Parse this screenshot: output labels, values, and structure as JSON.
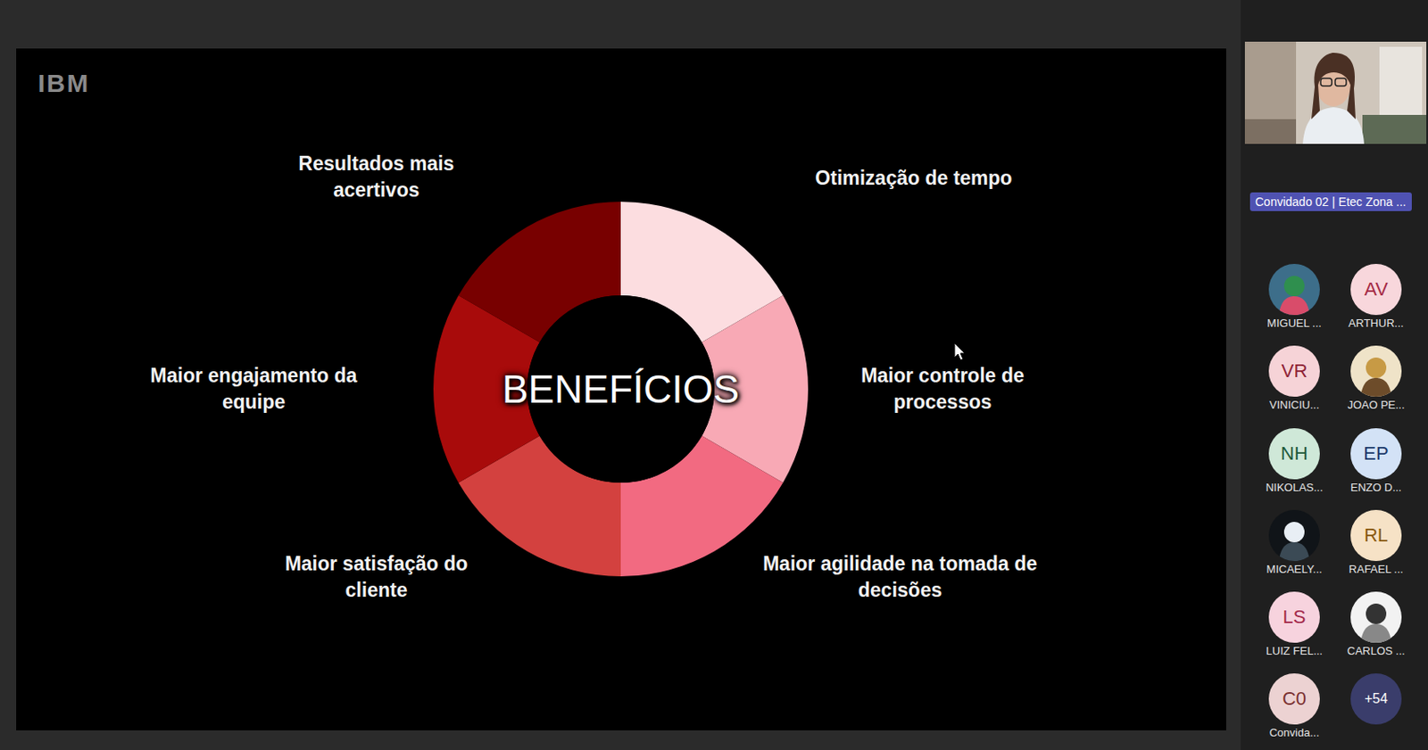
{
  "diagram": {
    "nodes": [
      {
        "text": [
          "BENEFÍCIOS"
        ]
      },
      {
        "text": [
          "Convidado 02 | Etec Zona ..."
        ]
      },
      {
        "text": [
          "MIGUEL ..."
        ]
      },
      {
        "text": [
          "AV",
          "ARTHUR..."
        ]
      },
      {
        "text": [
          "VR",
          "VINICIU..."
        ]
      },
      {
        "text": [
          "JOAO PE..."
        ]
      },
      {
        "text": [
          "NH",
          "NIKOLAS..."
        ]
      },
      {
        "text": [
          "EP",
          "ENZO D..."
        ]
      },
      {
        "text": [
          "MICAELY..."
        ]
      },
      {
        "text": [
          "RL",
          "RAFAEL ..."
        ]
      },
      {
        "text": [
          "LS",
          "LUIZ FEL..."
        ]
      },
      {
        "text": [
          "CARLOS ..."
        ]
      },
      {
        "text": [
          "C0",
          "Convida..."
        ]
      },
      {
        "text": [
          "+54"
        ]
      }
    ],
    "labels": [
      "IBM",
      "Resultados mais acertivos",
      "Otimização de tempo",
      "Maior engajamento da equipe",
      "Maior controle de processos",
      "Maior satisfação do cliente",
      "Maior agilidade na tomada de decisões"
    ]
  }
}
